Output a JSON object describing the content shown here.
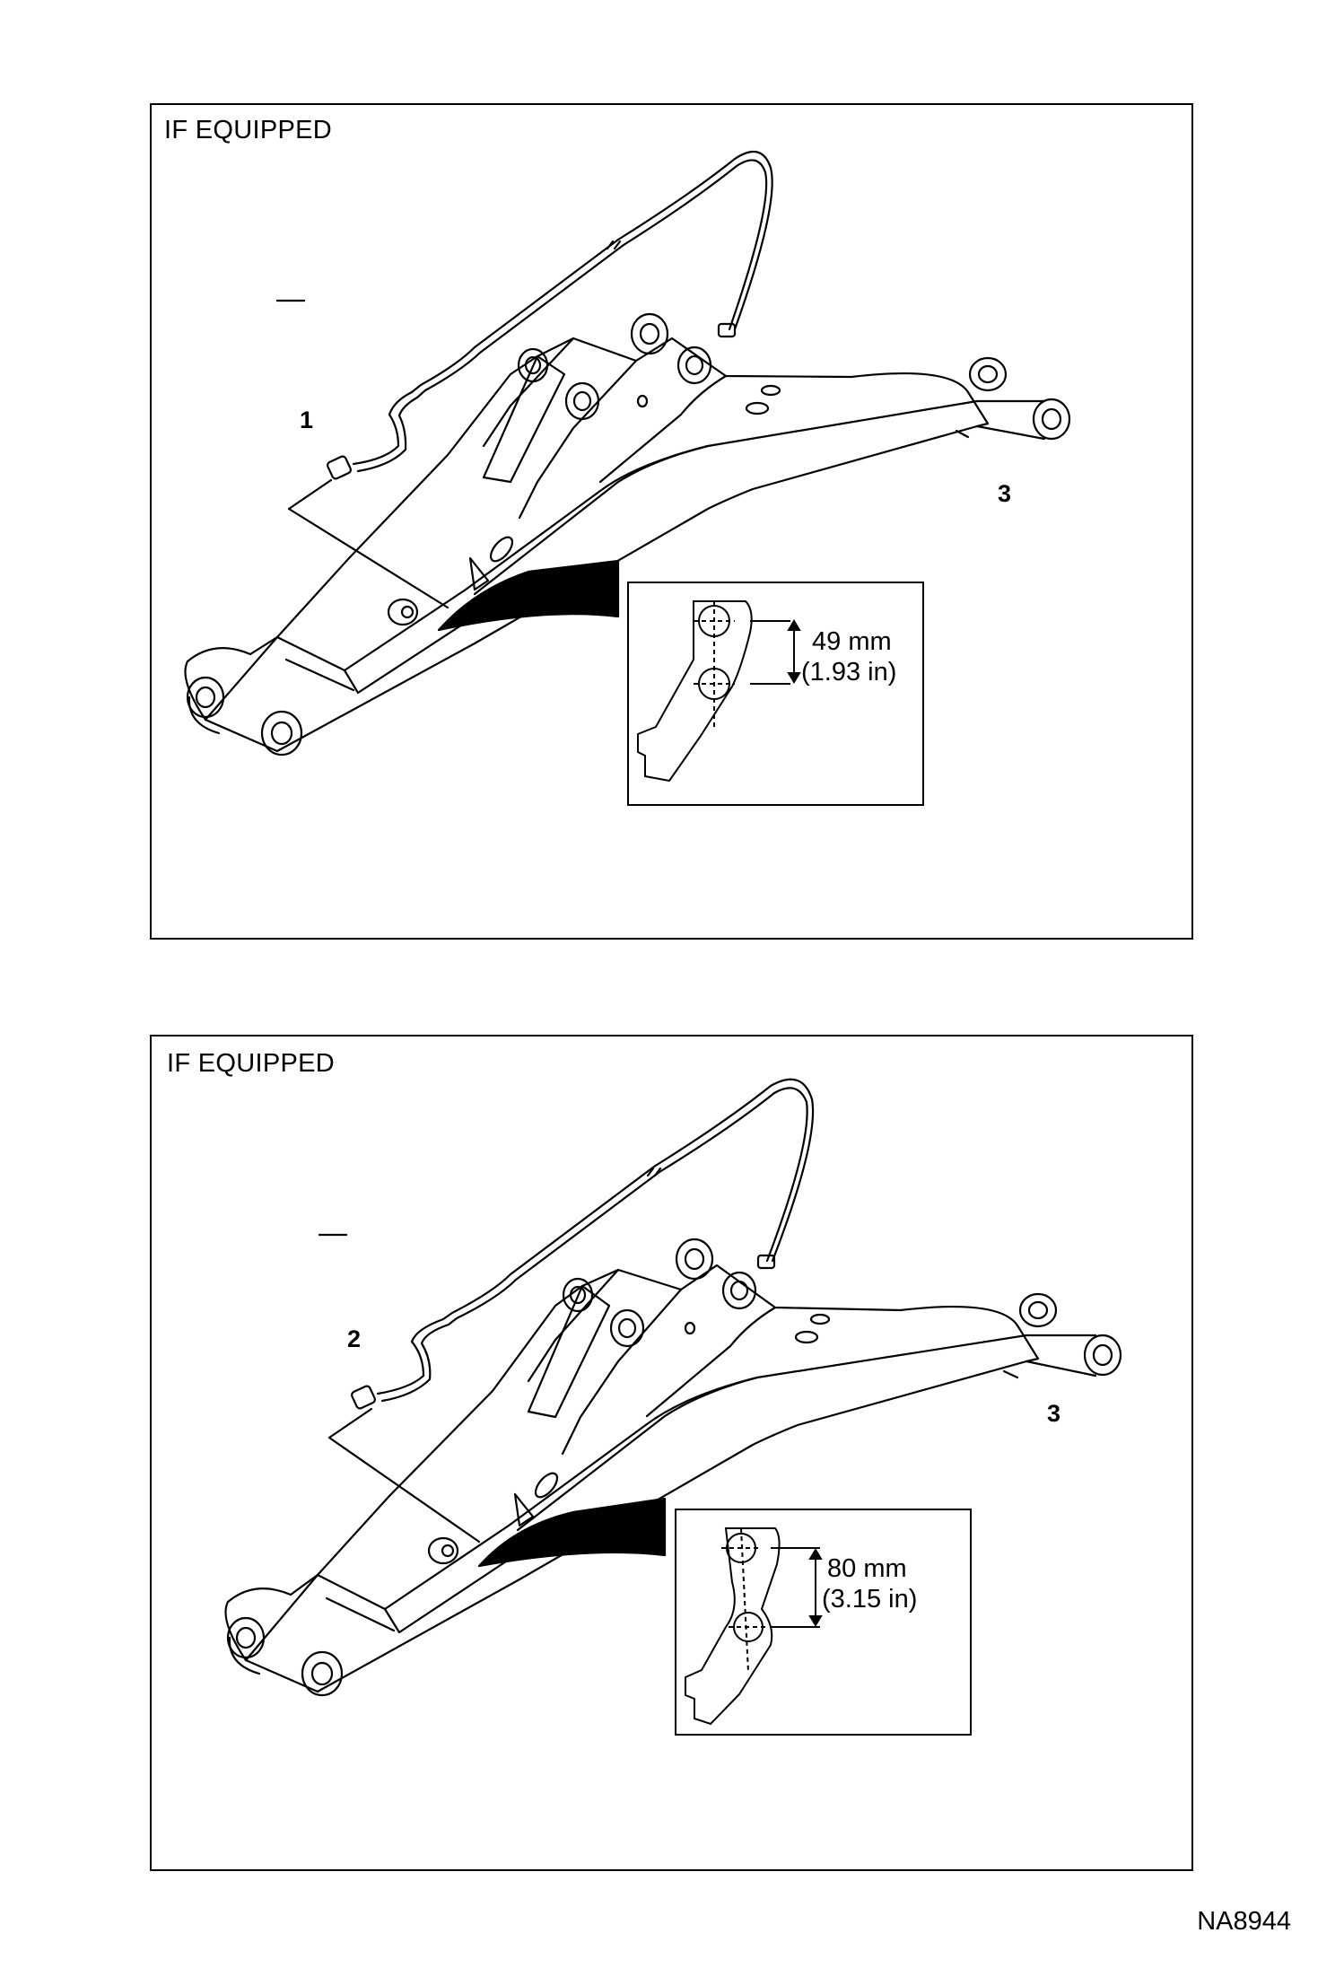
{
  "panels": [
    {
      "label": "IF EQUIPPED",
      "callouts": {
        "tube": "1",
        "arm": "3"
      },
      "dimension": {
        "metric": "49 mm",
        "imperial": "(1.93 in)"
      }
    },
    {
      "label": "IF EQUIPPED",
      "callouts": {
        "tube": "2",
        "arm": "3"
      },
      "dimension": {
        "metric": "80 mm",
        "imperial": "(3.15 in)"
      }
    }
  ],
  "figure_id": "NA8944"
}
